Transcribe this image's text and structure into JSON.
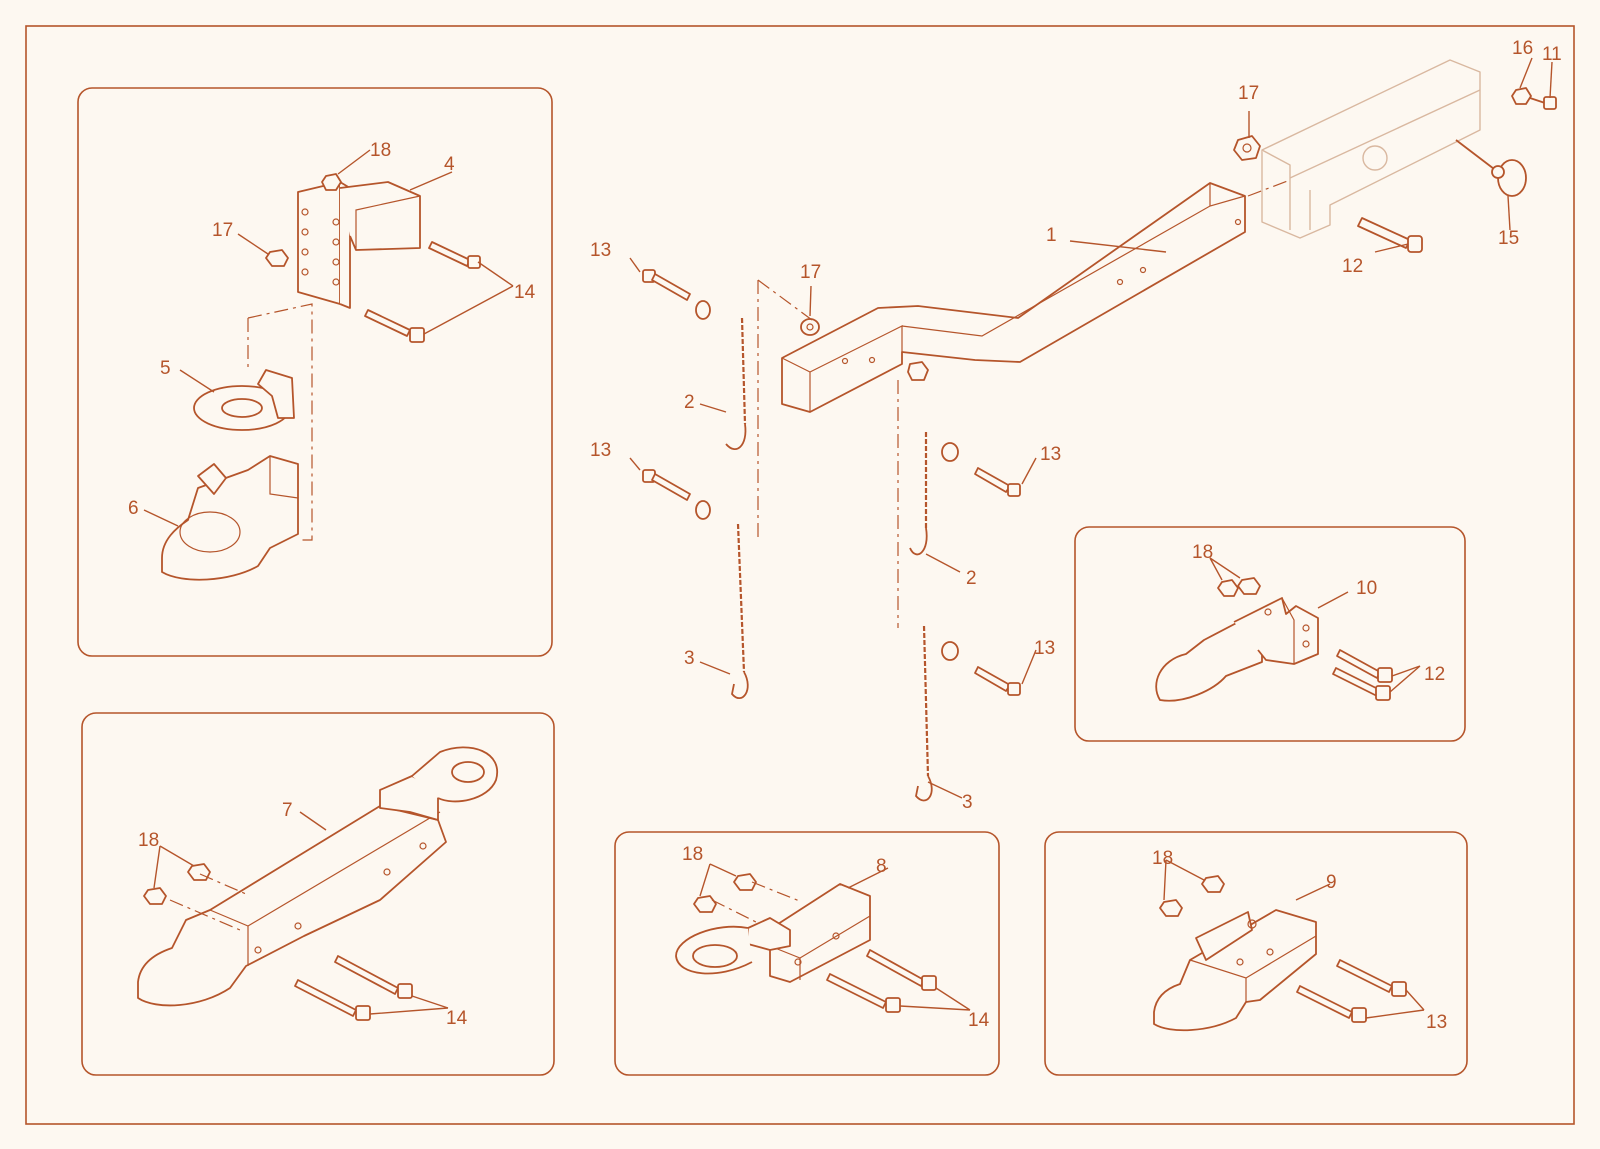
{
  "colors": {
    "line": "#b5552b",
    "background": "#fdf8f1",
    "ghost": "#d9b8a0"
  },
  "callouts": {
    "c1": "1",
    "c2a": "2",
    "c2b": "2",
    "c3a": "3",
    "c3b": "3",
    "c4": "4",
    "c5": "5",
    "c6": "6",
    "c7": "7",
    "c8": "8",
    "c9": "9",
    "c10": "10",
    "c11": "11",
    "c12a": "12",
    "c12b": "12",
    "c13a": "13",
    "c13b": "13",
    "c13c": "13",
    "c13d": "13",
    "c13e": "13",
    "c14a": "14",
    "c14b": "14",
    "c14c": "14",
    "c15": "15",
    "c16": "16",
    "c17a": "17",
    "c17b": "17",
    "c17c": "17",
    "c18a": "18",
    "c18b": "18",
    "c18c": "18",
    "c18d": "18",
    "c18e": "18"
  }
}
